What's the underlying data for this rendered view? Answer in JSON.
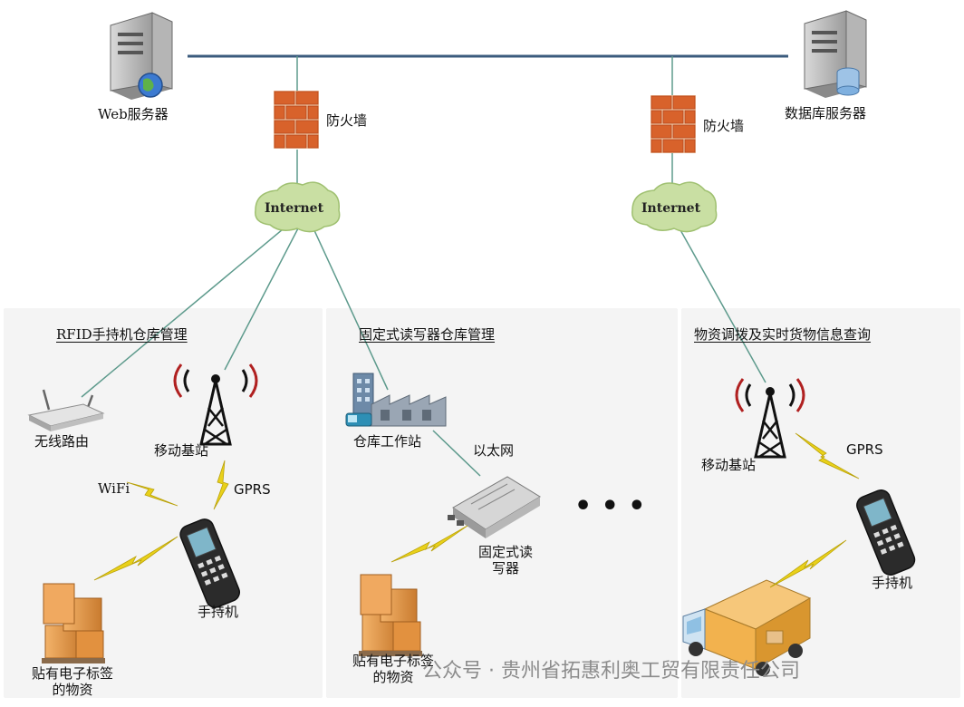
{
  "nodes": {
    "web_server": "Web服务器",
    "db_server": "数据库服务器",
    "firewall_left": "防火墙",
    "firewall_right": "防火墙",
    "internet_left": "Internet",
    "internet_right": "Internet",
    "section_rfid": "RFID手持机仓库管理",
    "section_fixed": "固定式读写器仓库管理",
    "section_query": "物资调拨及实时货物信息查询",
    "wireless_router": "无线路由",
    "base_station_left": "移动基站",
    "base_station_right": "移动基站",
    "wifi": "WiFi",
    "gprs_left": "GPRS",
    "gprs_right": "GPRS",
    "handheld_left": "手持机",
    "handheld_right": "手持机",
    "tagged_goods_left": "贴有电子标签的物资",
    "tagged_goods_mid": "贴有电子标签的物资",
    "warehouse_station": "仓库工作站",
    "ethernet": "以太网",
    "fixed_reader": "固定式读写器",
    "ellipsis": "• • •"
  },
  "watermark": "公众号 · 贵州省拓惠利奥工贸有限责任公司",
  "colors": {
    "backbone": "#3b5b7d",
    "link": "#5d9a8c",
    "cloud": "#c9dfa3",
    "brick": "#d8622b",
    "lightning": "#e9d11a"
  }
}
